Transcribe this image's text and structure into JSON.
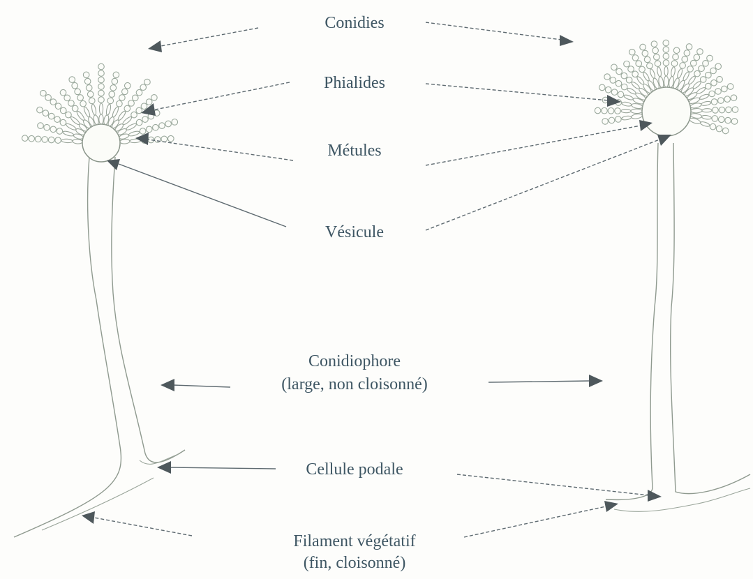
{
  "labels": {
    "conidies": "Conidies",
    "phialides": "Phialides",
    "metules": "Métules",
    "vesicule": "Vésicule",
    "conidiophore_line1": "Conidiophore",
    "conidiophore_line2": "(large, non cloisonné)",
    "cellule_podale": "Cellule podale",
    "filament_line1": "Filament végétatif",
    "filament_line2": "(fin, cloisonné)"
  },
  "colors": {
    "label_text": "#3e5663",
    "outline": "#8f9a8f",
    "arrow": "#5e6a70"
  }
}
